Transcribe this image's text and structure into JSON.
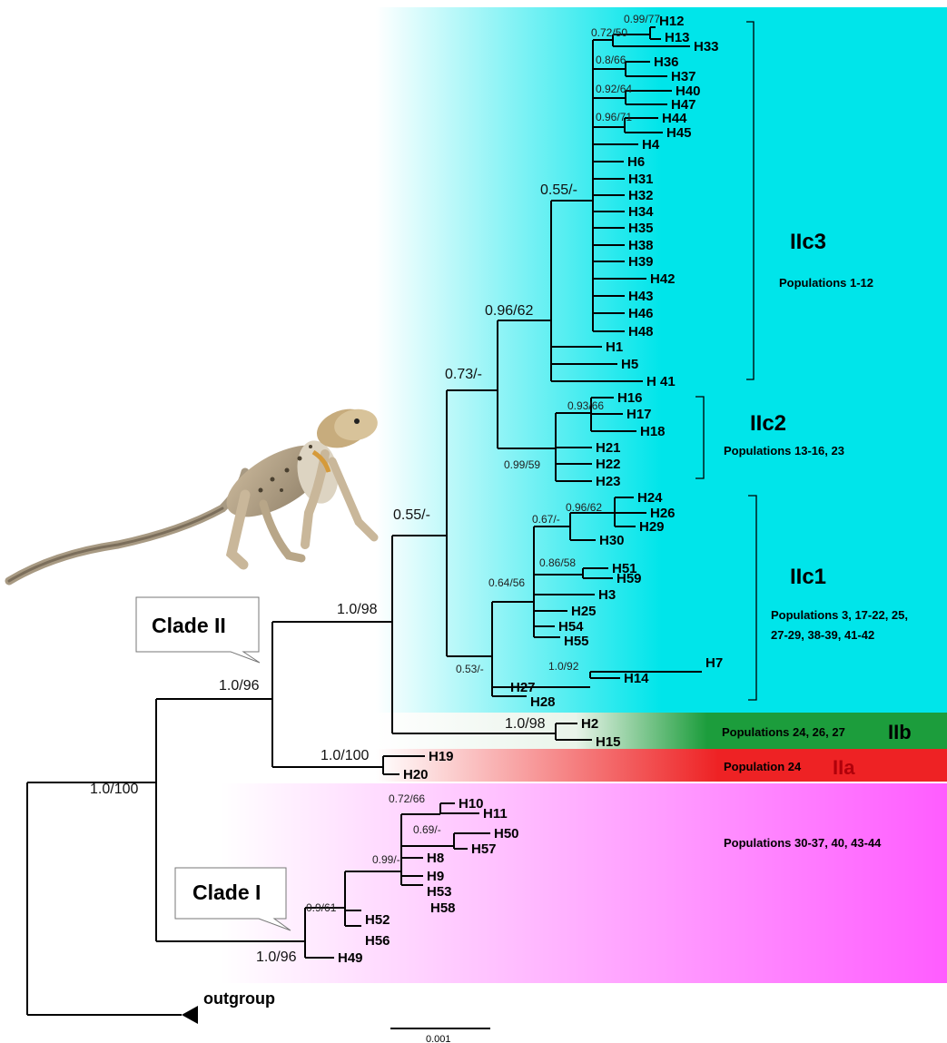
{
  "colors": {
    "IIc_bg": "#00e5ea",
    "IIb_bg": "#1c9d3c",
    "IIa_bg": "#ee2224",
    "cladeI_bg": "#ff5cff",
    "branch": "#000000"
  },
  "tips": {
    "H12": "H12",
    "H13": "H13",
    "H33": "H33",
    "H36": "H36",
    "H37": "H37",
    "H40": "H40",
    "H47": "H47",
    "H44": "H44",
    "H45": "H45",
    "H4": "H4",
    "H6": "H6",
    "H31": "H31",
    "H32": "H32",
    "H34": "H34",
    "H35": "H35",
    "H38": "H38",
    "H39": "H39",
    "H42": "H42",
    "H43": "H43",
    "H46": "H46",
    "H48": "H48",
    "H1": "H1",
    "H5": "H5",
    "H41": "H 41",
    "H16": "H16",
    "H17": "H17",
    "H18": "H18",
    "H21": "H21",
    "H22": "H22",
    "H23": "H23",
    "H24": "H24",
    "H26": "H26",
    "H29": "H29",
    "H30": "H30",
    "H51": "H51",
    "H59": "H59",
    "H3": "H3",
    "H25": "H25",
    "H54": "H54",
    "H55": "H55",
    "H7": "H7",
    "H14": "H14",
    "H27": "H27",
    "H28": "H28",
    "H2": "H2",
    "H15": "H15",
    "H19": "H19",
    "H20": "H20",
    "H10": "H10",
    "H11": "H11",
    "H50": "H50",
    "H57": "H57",
    "H8": "H8",
    "H9": "H9",
    "H53": "H53",
    "H58": "H58",
    "H52": "H52",
    "H56": "H56",
    "H49": "H49",
    "outgroup": "outgroup"
  },
  "support": {
    "s_12_13": "0.99/77",
    "s_12_33": "0.72/50",
    "s_36_37": "0.8/66",
    "s_40_47": "0.92/64",
    "s_44_45": "0.96/71",
    "s_IIc3": "0.55/-",
    "s_IIc3_plus": "0.96/62",
    "s_IIc23": "0.73/-",
    "s_IIc2": "0.93/66",
    "s_IIc2_b": "0.99/59",
    "s_IIc": "0.55/-",
    "s_24_29": "0.96/62",
    "s_24_30": "0.67/-",
    "s_51_59": "0.86/58",
    "s_IIc1_a": "0.64/56",
    "s_7_14": "1.0/92",
    "s_IIc1": "0.53/-",
    "s_IIbc": "1.0/98",
    "s_IIb": "1.0/98",
    "s_II": "1.0/96",
    "s_IIa": "1.0/100",
    "s_root": "1.0/100",
    "s_10_11": "0.72/66",
    "s_50_57": "0.69/-",
    "s_I_a": "0.99/-",
    "s_I_b": "0.9/61",
    "s_I": "1.0/96"
  },
  "clades": {
    "IIc3": {
      "name": "IIc3",
      "populations": "Populations 1-12"
    },
    "IIc2": {
      "name": "IIc2",
      "populations": "Populations 13-16, 23"
    },
    "IIc1": {
      "name": "IIc1",
      "populations_line1": "Populations 3, 17-22, 25,",
      "populations_line2": "27-29, 38-39, 41-42"
    },
    "IIb": {
      "name": "IIb",
      "populations": "Populations 24, 26, 27"
    },
    "IIa": {
      "name": "IIa",
      "populations": "Population 24"
    },
    "I": {
      "populations": "Populations 30-37, 40, 43-44"
    }
  },
  "callouts": {
    "clade2": "Clade II",
    "clade1": "Clade I"
  },
  "scale_bar": "0.001",
  "image": {
    "subject": "lizard-photo"
  }
}
